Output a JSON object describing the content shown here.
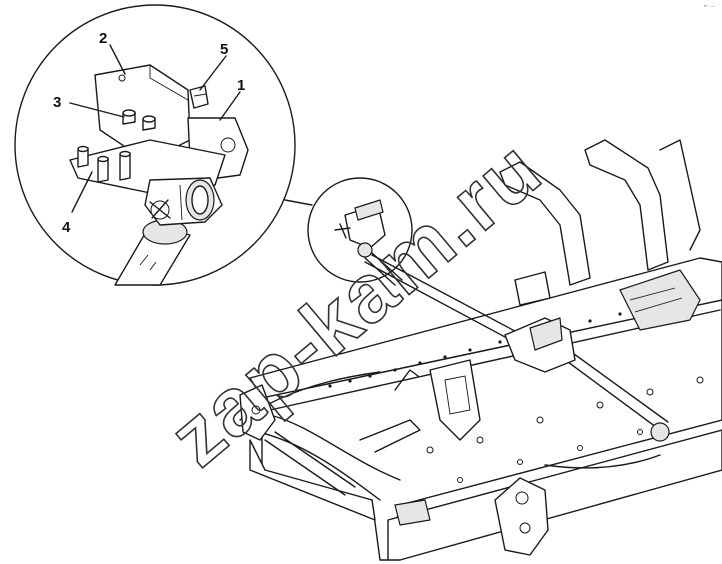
{
  "callouts": [
    {
      "label": "1"
    },
    {
      "label": "2"
    },
    {
      "label": "3"
    },
    {
      "label": "4"
    },
    {
      "label": "5"
    }
  ],
  "watermark": "zap-kam.ru",
  "corner_mark": "ᵒ⁻ ···"
}
